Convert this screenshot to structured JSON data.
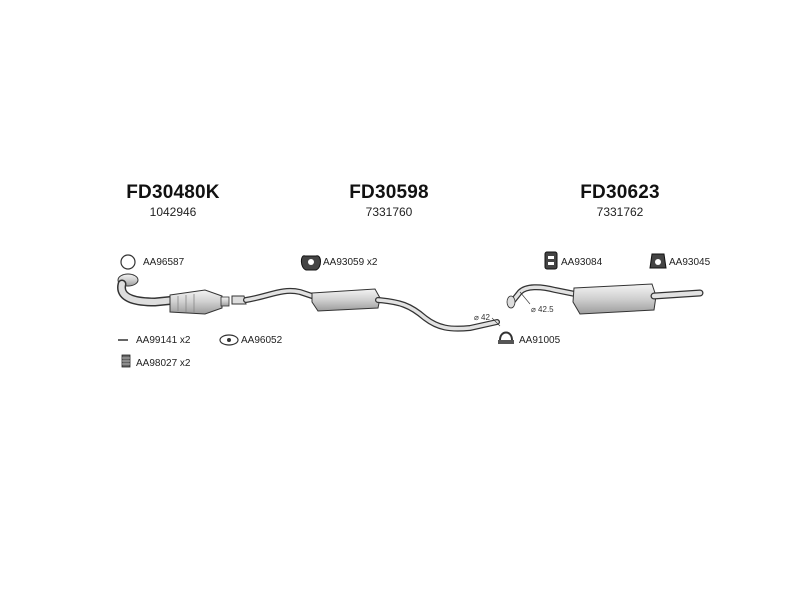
{
  "sections": [
    {
      "code": "FD30480K",
      "oem": "1042946"
    },
    {
      "code": "FD30598",
      "oem": "7331760"
    },
    {
      "code": "FD30623",
      "oem": "7331762"
    }
  ],
  "parts": {
    "ring_gasket": "AA96587",
    "rubber_hanger_1": "AA93059 x2",
    "rubber_hanger_2": "AA93084",
    "rubber_hanger_3": "AA93045",
    "bolt": "AA99141 x2",
    "flange_gasket": "AA96052",
    "spring": "AA98027 x2",
    "clamp": "AA91005"
  },
  "dimensions": {
    "d1": "⌀ 42",
    "d2": "⌀ 42.5"
  },
  "colors": {
    "part_fill": "#e6e6e6",
    "part_stroke": "#333333"
  }
}
